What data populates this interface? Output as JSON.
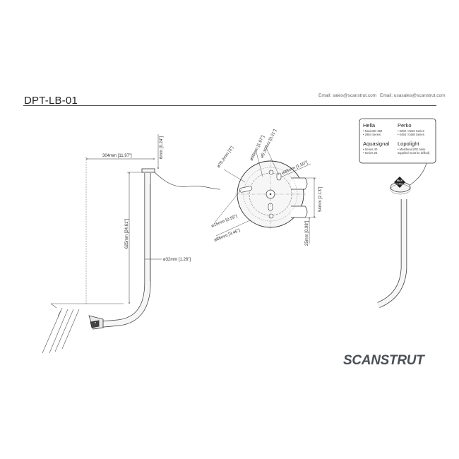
{
  "header": {
    "title": "DPT-LB-01",
    "email_sales": "Email: sales@scanstrut.com",
    "email_usa": "Email: usasales@scanstrut.com"
  },
  "side_view": {
    "width_dim": "304mm [11.97\"]",
    "plate_dim": "6mm [0.24\"]",
    "height_dim": "625mm [24.61\"]",
    "tube_dim": "ø32mm [1.26\"]"
  },
  "plan_view": {
    "d50": "ø50mm [1.97\"]",
    "d530": "ø5.30mm [0.21\"]",
    "d762": "ø76.2mm [3\"]",
    "d38": "ø38mm [1.50\"]",
    "d54": "54mm [2.13\"]",
    "d15": "ø15mm [0.59\"]",
    "d88": "ø88mm [3.46\"]",
    "d25": "25mm [0.98\"]"
  },
  "compat": {
    "hella_title": "Hella",
    "hella_1": "• NaviLED 360",
    "hella_2": "• 2984 Series",
    "perko_title": "Perko",
    "perko_1": "• 0200 / 0210 Series",
    "perko_2": "• 0455 / 0488 Series",
    "aqua_title": "Aquasignal",
    "aqua_1": "• Series 40",
    "aqua_2": "• Series 25",
    "lopo_title": "Lopolight",
    "lopo_1": "• Masthead (PE base",
    "lopo_2": "supplied must be drilled)"
  },
  "badge": {
    "max": "MAX",
    "load": "0.5kg"
  },
  "brand": {
    "name": "SCANSTRUT"
  },
  "colors": {
    "line": "#333333",
    "tube": "#f6f6f6",
    "badge": "#1e1e1e"
  }
}
